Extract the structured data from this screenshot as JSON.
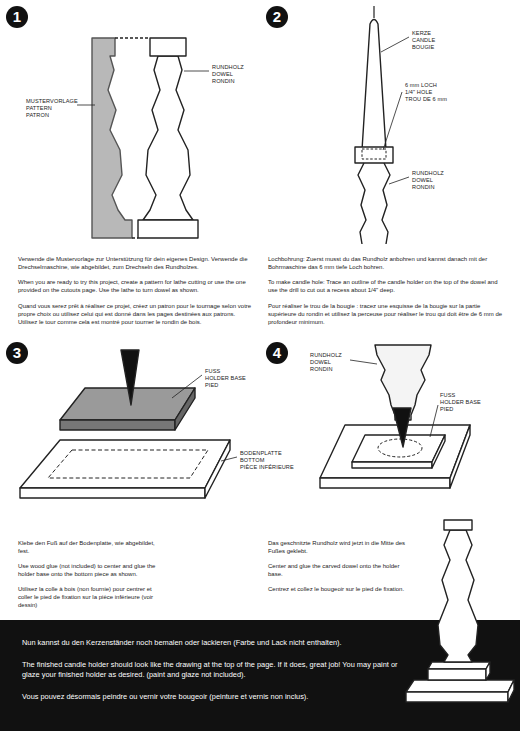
{
  "diagram": {
    "nodes": [
      {
        "text": [
          "1"
        ]
      },
      {
        "text": [
          "2"
        ]
      },
      {
        "text": [
          "3"
        ]
      },
      {
        "text": [
          "4"
        ]
      },
      {
        "text": [
          "Nun kannst du den Kerzenständer noch bemalen oder lackieren (Farbe und Lack nicht enthalten).",
          "The finished candle holder should look like the drawing at the top of the page. If it does, great job! You may paint or glaze your finished holder as desired. (paint and glaze not included).",
          "Vous pouvez désormais peindre ou vernir votre bougeoir (peinture et vernis non inclus)."
        ]
      }
    ],
    "labels": [
      "MUSTERVORLAGE",
      "PATTERN",
      "PATRON",
      "RUNDHOLZ",
      "DOWEL",
      "RONDIN",
      "Verwende die Mustervorlage zur Unterstützung für dein eigenes Design. Verwende die Drechselmaschine, wie abgebildet, zum Drechseln des Rundholzes.",
      "When you are ready to try this project, create a pattern for lathe cutting or use the one provided on the cutouts page. Use the lathe to turn dowel as shown.",
      "Quand vous serez prêt à réaliser ce projet, créez un patron pour le tournage selon votre propre choix ou utilisez celui qui est donné dans les pages destinées aux patrons. Utilisez le tour comme cela est montré pour tourner le rondin de bois.",
      "KERZE",
      "CANDLE",
      "BOUGIE",
      "6 mm LOCH",
      "1/4\" HOLE",
      "TROU DE 6 mm",
      "RUNDHOLZ",
      "DOWEL",
      "RONDIN",
      "Lochbohrung: Zuerst musst du das Rundholz anbohren und kannst danach mit der Bohrmaschine das 6 mm tiefe Loch bohren.",
      "To make candle hole: Trace an outline of the candle holder on the top of the dowel and use the drill to cut out a recess about 1/4\" deep.",
      "Pour réaliser le trou de la bougie : tracez une esquisse de la bougie sur la partie supérieure du rondin et utilisez la perceuse pour réaliser le trou qui doit être de 6 mm de profondeur minimum.",
      "FUSS",
      "HOLDER BASE",
      "PIED",
      "BODENPLATTE",
      "BOTTOM",
      "PIÈCE INFÉRIEURE",
      "Klebe den Fuß auf der Bodenplatte, wie abgebildet, fest.",
      "Use wood glue (not included) to center and glue the holder base onto the bottom piece as shown.",
      "Utilisez la colle à bois (non fournie) pour centrer et coller le pied de fixation sur la pièce inférieure (voir dessin)",
      "RUNDHOLZ",
      "DOWEL",
      "RONDIN",
      "FUSS",
      "HOLDER BASE",
      "PIED",
      "Das geschnitzte Rundholz wird jetzt in die Mitte des Fußes geklebt.",
      "Center and glue the carved dowel onto the holder base.",
      "Centrez et collez le bougeoir sur le pied de fixation."
    ]
  }
}
